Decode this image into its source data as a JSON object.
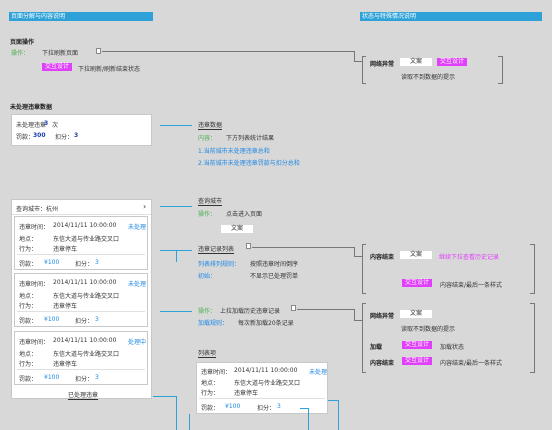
{
  "section_headers": {
    "left": "页面分解与内容说明",
    "right": "状态与特殊情况说明"
  },
  "page_ops": {
    "title": "页面操作",
    "op_label": "操作：",
    "op_value": "下拉刷新页面",
    "badge": "交互设计",
    "badge_text": "下拉刷新/刷新结束状态"
  },
  "net_error_top": {
    "label": "网络异常",
    "button": "文案",
    "badge": "交互设计",
    "note": "读取不到数据的提示"
  },
  "unprocessed": {
    "title": "未处理违章数据",
    "card_line1_label": "未处理违章",
    "card_line1_value": "3",
    "card_line1_unit": "次",
    "card_fine_label": "罚款：",
    "card_fine_value": "300",
    "card_points_label": "扣分：",
    "card_points_value": "3"
  },
  "violation_data": {
    "title": "违章数据",
    "content_label": "内容：",
    "content_value": "下方列表统计结果",
    "item1": "1.当前城市未处理违章总和",
    "item2": "2.当前城市未处理违章罚款与扣分总和"
  },
  "city_list": {
    "header_label": "查询城市：杭州",
    "chevron": "›",
    "records": [
      {
        "time_label": "违章时间：",
        "time": "2014/11/11  10:00:00",
        "status": "未处理",
        "place_label": "地点：",
        "place": "东信大道与传业路交叉口",
        "act_label": "行为：",
        "act": "违章停车",
        "fine_label": "罚款：",
        "fine": "¥100",
        "points_label": "扣分：",
        "points": "3"
      },
      {
        "time_label": "违章时间：",
        "time": "2014/11/11  10:00:00",
        "status": "未处理",
        "place_label": "地点：",
        "place": "东信大道与传业路交叉口",
        "act_label": "行为：",
        "act": "违章停车",
        "fine_label": "罚款：",
        "fine": "¥100",
        "points_label": "扣分：",
        "points": "3"
      },
      {
        "time_label": "违章时间：",
        "time": "2014/11/11  10:00:00",
        "status": "处理中",
        "place_label": "地点：",
        "place": "东信大道与传业路交叉口",
        "act_label": "行为：",
        "act": "违章停车",
        "fine_label": "罚款：",
        "fine": "¥100",
        "points_label": "扣分：",
        "points": "3"
      }
    ],
    "footer_link": "已处理违章"
  },
  "query_city": {
    "title": "查询城市",
    "op_label": "操作：",
    "op_value": "点击进入页面",
    "button": "文案"
  },
  "record_list": {
    "title": "违章记录列表",
    "sort_label": "列表排列规则：",
    "sort_value": "按照违章时间倒序",
    "init_label": "初始：",
    "init_value": "不显示已处理罚单"
  },
  "content_end_top": {
    "label": "内容结束",
    "button": "文案",
    "text": "继续下拉查看历史记录",
    "badge": "交互设计",
    "badge_text": "内容结束/最后一条样式"
  },
  "load_more": {
    "op_label": "操作：",
    "op_value": "上拉加载历史违章记录",
    "rule_label": "加载规则：",
    "rule_value": "每次新加载20条记录"
  },
  "bottom_states": {
    "net_label": "网络异常",
    "net_button": "文案",
    "net_note": "读取不到数据的提示",
    "load_label": "加载",
    "load_badge": "交互设计",
    "load_text": "加载状态",
    "end_label": "内容结束",
    "end_badge": "交互设计",
    "end_text": "内容结束/最后一条样式"
  },
  "list_item": {
    "title": "列表项",
    "time_label": "违章时间：",
    "time": "2014/11/11  10:00:00",
    "status": "未处理",
    "place_label": "地点：",
    "place": "东信大道与传业路交叉口",
    "act_label": "行为：",
    "act": "违章停车",
    "fine_label": "罚款：",
    "fine": "¥100",
    "points_label": "扣分：",
    "points": "3"
  }
}
